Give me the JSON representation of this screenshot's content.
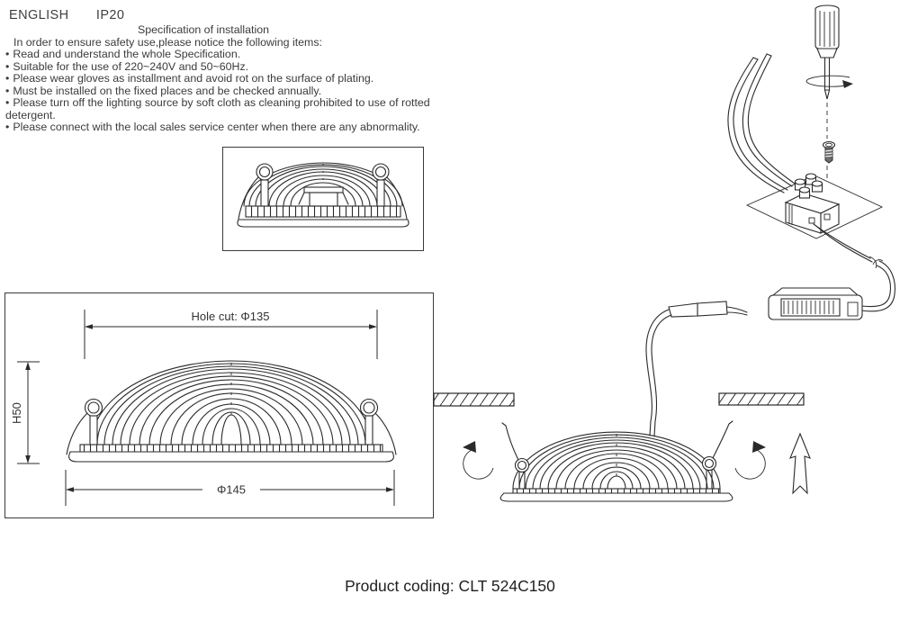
{
  "header": {
    "language": "ENGLISH",
    "ip_rating": "IP20"
  },
  "spec": {
    "title": "Specification of installation",
    "intro": "In order to ensure safety use,please notice the following items:",
    "bullet": "•",
    "items": [
      "Read and understand the whole Specification.",
      "Suitable for the use of 220~240V and 50~60Hz.",
      "Please wear gloves as installment and avoid rot on the surface of plating.",
      "Must be installed on the fixed places and be checked annually.",
      "Please turn off the lighting source by soft cloth as cleaning prohibited to use of rotted detergent.",
      "Please connect with the local sales service center when there are any abnormality."
    ]
  },
  "dimension_drawing": {
    "hole_cut_label": "Hole cut: Φ135",
    "height_label": "H50",
    "diameter_label": "Φ145"
  },
  "footer": {
    "product_coding": "Product coding: CLT 524C150"
  },
  "colors": {
    "line": "#2a2a2a",
    "text": "#3b3b3b",
    "background": "#ffffff"
  }
}
